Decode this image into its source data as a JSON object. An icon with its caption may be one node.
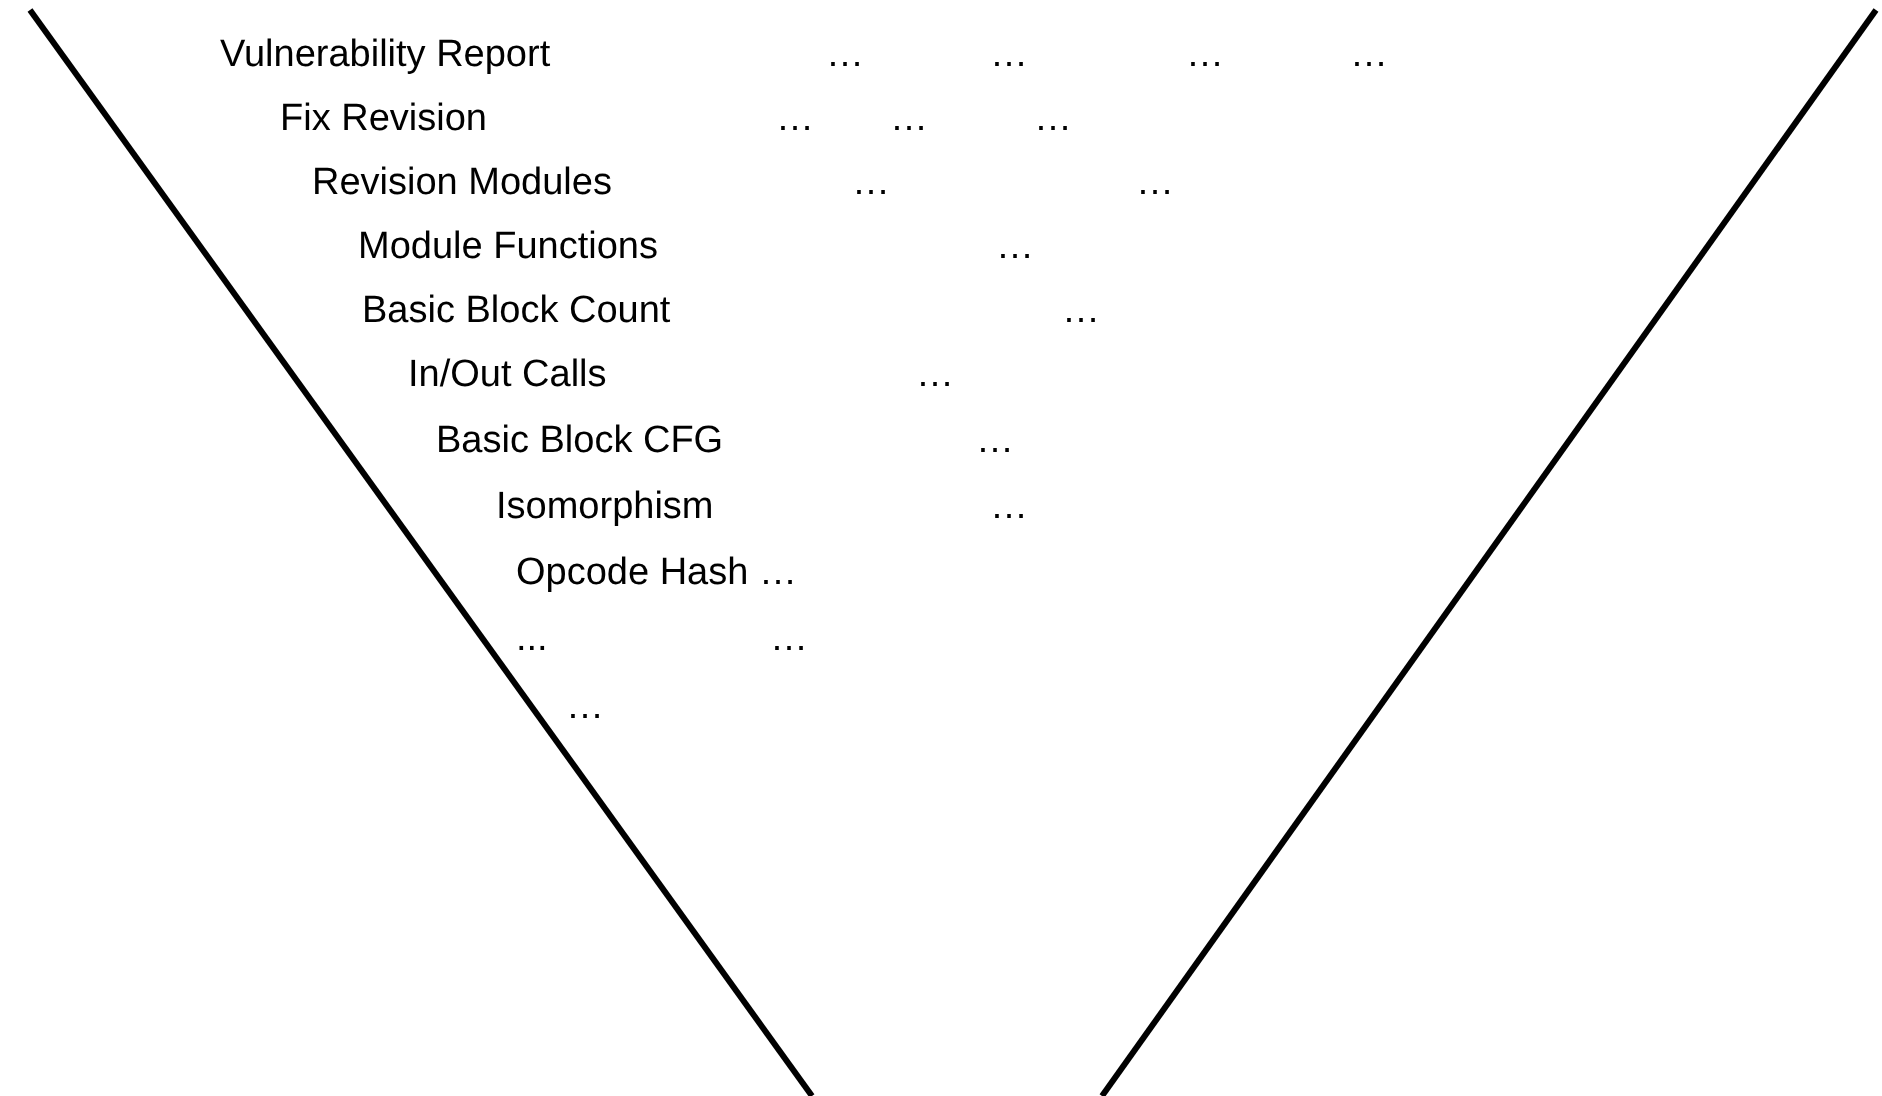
{
  "diagram": {
    "labels": [
      "Vulnerability Report",
      "…",
      "…",
      "…",
      "…",
      "Fix Revision",
      "…",
      "…",
      "…",
      "Revision Modules",
      "…",
      "…",
      "Module Functions",
      "…",
      "Basic Block Count",
      "…",
      "In/Out Calls",
      "…",
      "Basic Block CFG",
      "…",
      "Isomorphism",
      "…",
      "Opcode Hash …",
      "...",
      "…",
      "…"
    ]
  }
}
